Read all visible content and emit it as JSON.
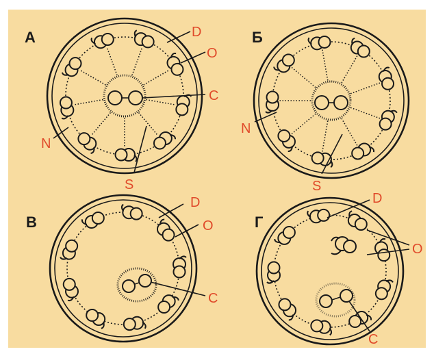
{
  "figure": {
    "background": "#f8dca0",
    "label_color": "#e04a2a",
    "panels": [
      {
        "id": "A",
        "letter": "А",
        "labels": [
          "D",
          "O",
          "C",
          "N",
          "S"
        ]
      },
      {
        "id": "B",
        "letter": "Б",
        "labels": [
          "N",
          "S"
        ]
      },
      {
        "id": "V",
        "letter": "В",
        "labels": [
          "D",
          "O",
          "C"
        ]
      },
      {
        "id": "G",
        "letter": "Г",
        "labels": [
          "D",
          "O",
          "C"
        ]
      }
    ]
  }
}
